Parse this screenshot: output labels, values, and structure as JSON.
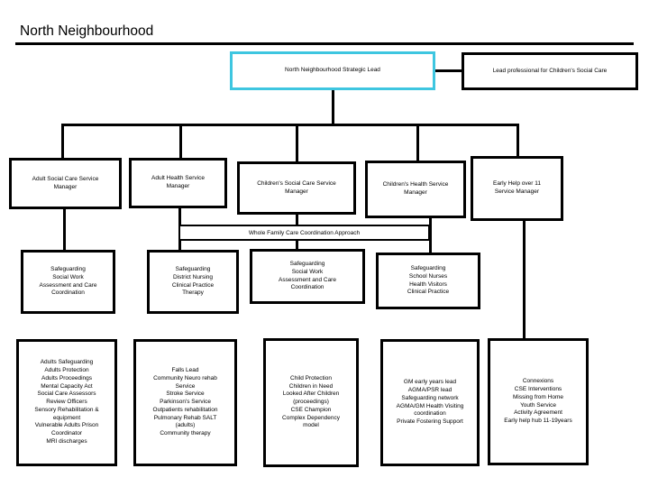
{
  "slide": {
    "title": "North Neighbourhood"
  },
  "colors": {
    "accent_border": "#3EC6E0",
    "line": "#000000",
    "background": "#FFFFFF"
  },
  "top_row": {
    "strategic_lead": {
      "label": "North Neighbourhood Strategic Lead"
    },
    "lead_professional": {
      "label": "Lead professional for Children's Social Care"
    }
  },
  "manager_row": [
    {
      "label": "Adult Social Care Service\nManager"
    },
    {
      "label": "Adult Health Service\nManager"
    },
    {
      "label": "Children's Social Care Service\nManager"
    },
    {
      "label": "Children's Health Service\nManager"
    },
    {
      "label": "Early Help over 11\nService Manager"
    }
  ],
  "banner": {
    "label": "Whole Family Care Coordination Approach"
  },
  "safeguarding_row": [
    {
      "label": "Safeguarding\nSocial Work\nAssessment and Care\nCoordination"
    },
    {
      "label": "Safeguarding\nDistrict Nursing\nClinical Practice\nTherapy"
    },
    {
      "label": "Safeguarding\nSocial Work\nAssessment and Care\nCoordination"
    },
    {
      "label": "Safeguarding\nSchool Nurses\nHealth Visitors\nClinical Practice"
    }
  ],
  "service_row": [
    {
      "label": "Adults Safeguarding\nAdults Protection\nAdults Proceedings\nMental Capacity Act\nSocial Care Assessors\nReview Officers\nSensory Rehabilitation &\nequipment\nVulnerable Adults Prison\nCoordinator\nMRI discharges"
    },
    {
      "label": "Falls Lead\nCommunity Neuro rehab\nService\nStroke Service\nParkinson's Service\nOutpatients rehabilitation\nPulmonary Rehab SALT\n(adults)\nCommunity therapy"
    },
    {
      "label": "Child Protection\nChildren in Need\nLooked After Children\n(proceedings)\nCSE Champion\nComplex Dependency\nmodel"
    },
    {
      "label": "GM early years lead\nAGMA/PSR lead\nSafeguarding network\nAGMA/GM Health Visiting\ncoordination\nPrivate Fostering Support"
    },
    {
      "label": "Connexions\nCSE Interventions\nMissing from Home\nYouth Service\nActivity Agreement\nEarly help hub 11-19years"
    }
  ]
}
